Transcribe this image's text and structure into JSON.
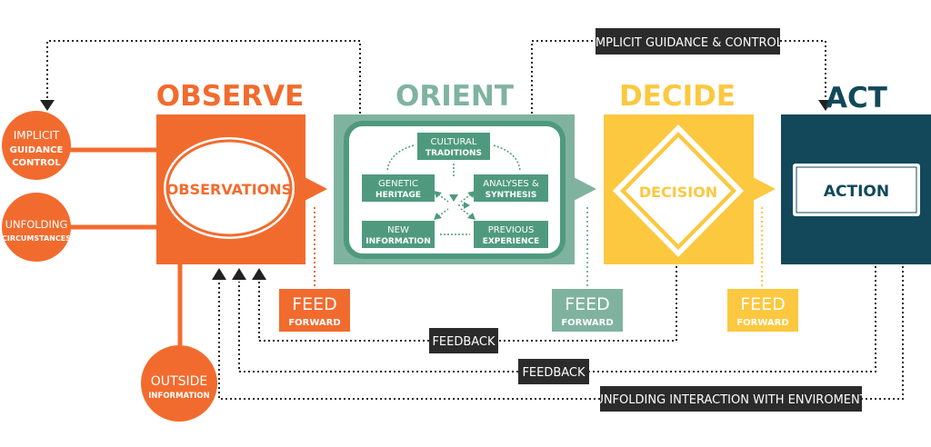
{
  "phases": {
    "observe": {
      "title": "OBSERVE",
      "center": "OBSERVATIONS",
      "color": "#f26b2e"
    },
    "orient": {
      "title": "ORIENT",
      "color": "#7fb3a0",
      "inner_color": "#4f9a7f"
    },
    "decide": {
      "title": "DECIDE",
      "center": "DECISION",
      "color": "#fcc83f"
    },
    "act": {
      "title": "ACT",
      "center": "ACTION",
      "color": "#12485a"
    }
  },
  "inputs": {
    "implicit": {
      "line1": "IMPLICIT",
      "line2": "GUIDANCE",
      "line3": "CONTROL"
    },
    "unfolding": {
      "line1": "UNFOLDING",
      "line2": "CIRCUMSTANCES"
    },
    "outside": {
      "line1": "OUTSIDE",
      "line2": "INFORMATION"
    }
  },
  "orient_boxes": {
    "cultural": {
      "line1": "CULTURAL",
      "line2": "TRADITIONS"
    },
    "genetic": {
      "line1": "GENETIC",
      "line2": "HERITAGE"
    },
    "analyses": {
      "line1": "ANALYSES &",
      "line2": "SYNTHESIS"
    },
    "new_info": {
      "line1": "NEW",
      "line2": "INFORMATION"
    },
    "previous": {
      "line1": "PREVIOUS",
      "line2": "EXPERIENCE"
    }
  },
  "feed_forward": {
    "line1": "FEED",
    "line2": "FORWARD"
  },
  "labels": {
    "implicit_top": "IMPLICIT GUIDANCE & CONTROL",
    "feedback_1": "FEEDBACK",
    "feedback_2": "FEEDBACK",
    "unfolding_interaction": "UNFOLDING INTERACTION WITH ENVIROMENT"
  },
  "colors": {
    "dark_label": "#2b2b2b",
    "dotted_line": "#222222",
    "white": "#ffffff"
  }
}
